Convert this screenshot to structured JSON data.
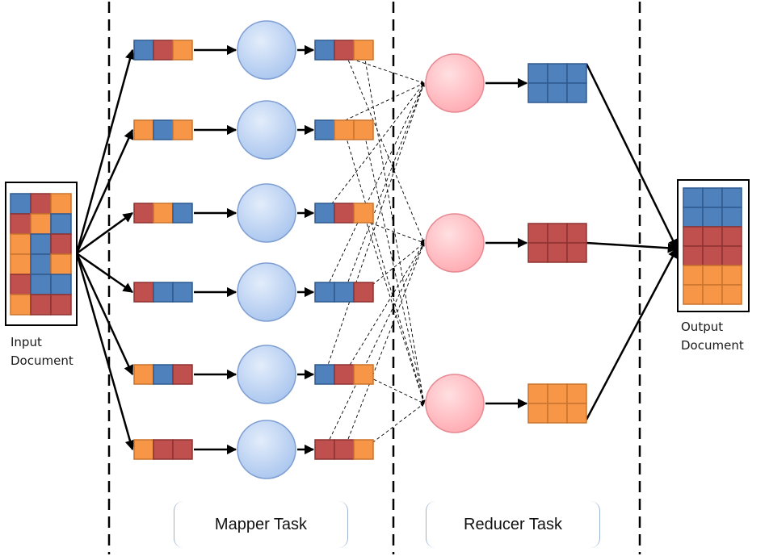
{
  "labels": {
    "input_line1": "Input",
    "input_line2": "Document",
    "output_line1": "Output",
    "output_line2": "Document",
    "mapper_task": "Mapper Task",
    "reducer_task": "Reducer Task"
  },
  "colors": {
    "blue": "#4f81bd",
    "red": "#c0504d",
    "orange": "#f79646",
    "mapper_node": "#b7d0f5",
    "reducer_node": "#ffb3b8"
  },
  "input_document": [
    [
      "B",
      "R",
      "O"
    ],
    [
      "R",
      "O",
      "B"
    ],
    [
      "O",
      "B",
      "R"
    ],
    [
      "O",
      "B",
      "O"
    ],
    [
      "R",
      "B",
      "B"
    ],
    [
      "O",
      "R",
      "R"
    ]
  ],
  "mapper_inputs": [
    [
      "B",
      "R",
      "O"
    ],
    [
      "O",
      "B",
      "O"
    ],
    [
      "R",
      "O",
      "B"
    ],
    [
      "R",
      "B",
      "B"
    ],
    [
      "O",
      "B",
      "R"
    ],
    [
      "O",
      "R",
      "R"
    ]
  ],
  "mapper_outputs": [
    [
      "B",
      "R",
      "O"
    ],
    [
      "B",
      "O",
      "O"
    ],
    [
      "B",
      "R",
      "O"
    ],
    [
      "B",
      "B",
      "R"
    ],
    [
      "B",
      "R",
      "O"
    ],
    [
      "R",
      "R",
      "O"
    ]
  ],
  "reducer_outputs": [
    "B",
    "R",
    "O"
  ],
  "output_document": [
    "B",
    "B",
    "R",
    "R",
    "O",
    "O"
  ]
}
